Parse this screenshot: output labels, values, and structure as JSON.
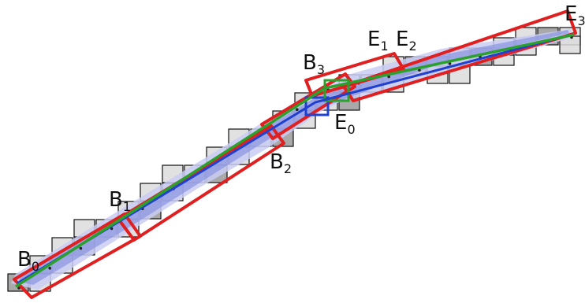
{
  "labels": {
    "B0": {
      "main": "B",
      "sub": "0"
    },
    "B1": {
      "main": "B",
      "sub": "1"
    },
    "B2": {
      "main": "B",
      "sub": "2"
    },
    "B3": {
      "main": "B",
      "sub": "3"
    },
    "E0": {
      "main": "E",
      "sub": "0"
    },
    "E1": {
      "main": "E",
      "sub": "1"
    },
    "E2": {
      "main": "E",
      "sub": "2"
    },
    "E3": {
      "main": "E",
      "sub": "3"
    }
  },
  "colors": {
    "red_box": "#e02020",
    "green_line": "#2ca02c",
    "blue_line": "#2040d0",
    "band_fill": "#8a94e0",
    "band_light": "#c9cdf3",
    "cell_fill": "#dcdcdc",
    "cell_dark": "#9a9a9a",
    "cell_stroke": "#111111"
  }
}
